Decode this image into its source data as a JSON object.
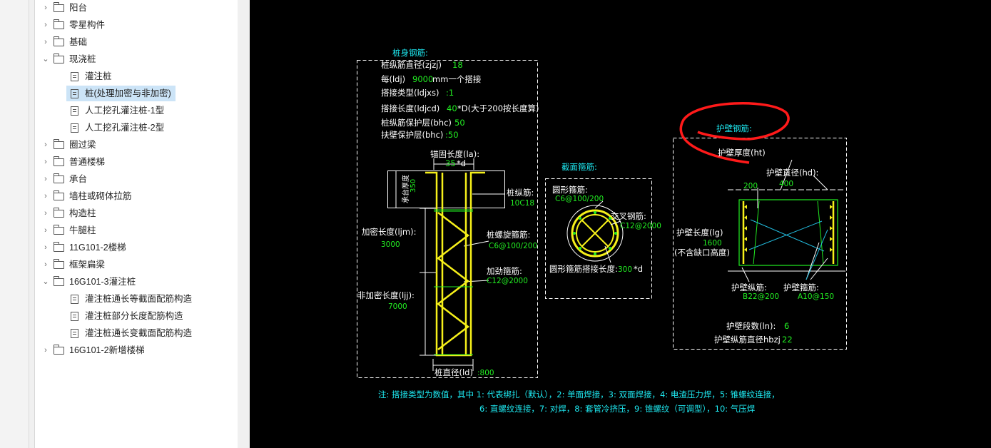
{
  "tree": {
    "items": [
      {
        "label": "阳台",
        "type": "folder",
        "expanded": false
      },
      {
        "label": "零星构件",
        "type": "folder",
        "expanded": false
      },
      {
        "label": "基础",
        "type": "folder",
        "expanded": false
      },
      {
        "label": "现浇桩",
        "type": "folder",
        "expanded": true
      },
      {
        "label": "灌注桩",
        "type": "doc"
      },
      {
        "label": "桩(处理加密与非加密)",
        "type": "doc",
        "selected": true
      },
      {
        "label": "人工挖孔灌注桩-1型",
        "type": "doc"
      },
      {
        "label": "人工挖孔灌注桩-2型",
        "type": "doc"
      },
      {
        "label": "圈过梁",
        "type": "folder",
        "expanded": false
      },
      {
        "label": "普通楼梯",
        "type": "folder",
        "expanded": false
      },
      {
        "label": "承台",
        "type": "folder",
        "expanded": false
      },
      {
        "label": "墙柱或砌体拉筋",
        "type": "folder",
        "expanded": false
      },
      {
        "label": "构造柱",
        "type": "folder",
        "expanded": false
      },
      {
        "label": "牛腿柱",
        "type": "folder",
        "expanded": false
      },
      {
        "label": "11G101-2楼梯",
        "type": "folder",
        "expanded": false
      },
      {
        "label": "框架扁梁",
        "type": "folder",
        "expanded": false
      },
      {
        "label": "16G101-3灌注桩",
        "type": "folder",
        "expanded": true
      },
      {
        "label": "灌注桩通长等截面配筋构造",
        "type": "doc"
      },
      {
        "label": "灌注桩部分长度配筋构造",
        "type": "doc"
      },
      {
        "label": "灌注桩通长变截面配筋构造",
        "type": "doc"
      },
      {
        "label": "16G101-2新增楼梯",
        "type": "folder",
        "expanded": false
      }
    ]
  },
  "drawing": {
    "colors": {
      "white": "#ffffff",
      "cyan": "#1ee8f0",
      "green": "#22ee22",
      "yellow": "#f6f01a",
      "red": "#ff1a1a"
    },
    "pile": {
      "title": "桩身钢筋:",
      "params": [
        {
          "label": "桩纵筋直径(zjzj)",
          "value": "18"
        },
        {
          "label": "每(ldj)",
          "value": "9000",
          "suffix": "mm一个搭接"
        },
        {
          "label": "搭接类型(ldjxs)",
          "value": ":1"
        },
        {
          "label": "搭接长度(ldjcd)",
          "value": "40",
          "suffix": "*D(大于200按长度算)"
        },
        {
          "label": "桩纵筋保护层(bhc)",
          "value": "50"
        },
        {
          "label": "扶壁保护层(bhc)",
          "value": ":50"
        }
      ],
      "anchor_label": "锚固长度(la):",
      "anchor_value": "35",
      "anchor_suffix": "*d",
      "cap_label": "承台厚度",
      "cap_value": "350",
      "long_bar_label": "桩纵筋:",
      "long_bar_value": "10C18",
      "dense_label": "加密长度(ljm):",
      "dense_value": "3000",
      "spiral_label": "桩螺旋箍筋:",
      "spiral_value": "C6@100/200",
      "stiff_label": "加劲箍筋:",
      "stiff_value": "C12@2000",
      "nondense_label": "非加密长度(ljj):",
      "nondense_value": "7000",
      "diameter_label": "桩直径(ld)",
      "diameter_value": ":800"
    },
    "section": {
      "title": "截面箍筋:",
      "circle_label": "圆形箍筋:",
      "circle_value": "C6@100/200",
      "cross_label": "交叉钢筋:",
      "cross_value": "C12@2000",
      "lap_label": "圆形箍筋搭接长度:",
      "lap_value": "300",
      "lap_suffix": "*d"
    },
    "wall": {
      "title": "护壁钢筋:",
      "thickness_label": "护壁厚度(ht)",
      "thickness_value": "200",
      "diameter_label": "护壁直径(hd):",
      "diameter_value": "400",
      "length_label": "护壁长度(lg)",
      "length_value": "1600",
      "length_note": "(不含缺口高度)",
      "long_bar_label": "护壁纵筋:",
      "long_bar_value": "B22@200",
      "stirrup_label": "护壁箍筋:",
      "stirrup_value": "A10@150",
      "segments_label": "护壁段数(ln):",
      "segments_value": "6",
      "bar_dia_label": "护壁纵筋直径hbzj",
      "bar_dia_value": "22"
    },
    "note_line1": "注: 搭接类型为数值，其中 1: 代表绑扎（默认），2: 单面焊接，3: 双面焊接，4: 电渣压力焊，5: 锥螺纹连接，",
    "note_line2": "6: 直螺纹连接，7: 对焊，8: 套管冷挤压，9: 锥螺纹（可调型），10: 气压焊"
  }
}
